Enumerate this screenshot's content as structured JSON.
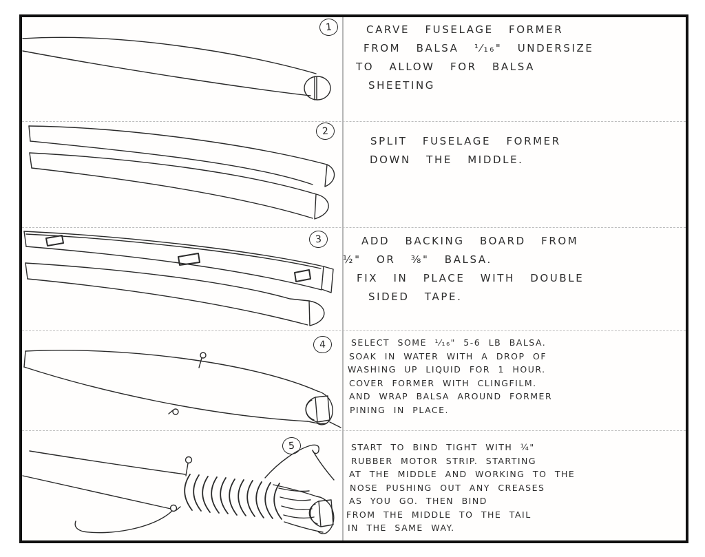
{
  "document": {
    "kind": "scanned handwritten build instructions",
    "ink_color": "#2b2b2b",
    "paper_color": "#ffffff",
    "border_color": "#101010"
  },
  "steps": [
    {
      "number": "1",
      "lines": [
        "CARVE FUSELAGE FORMER",
        "FROM BALSA ¹⁄₁₆\" UNDERSIZE",
        "TO ALLOW FOR BALSA",
        "SHEETING"
      ]
    },
    {
      "number": "2",
      "lines": [
        "SPLIT FUSELAGE FORMER",
        "DOWN THE MIDDLE."
      ]
    },
    {
      "number": "3",
      "lines": [
        "ADD BACKING BOARD FROM",
        "½\" OR ⅜\" BALSA.",
        "FIX IN PLACE WITH DOUBLE",
        "SIDED TAPE."
      ]
    },
    {
      "number": "4",
      "lines": [
        "SELECT SOME ¹⁄₁₆\" 5-6 LB BALSA.",
        "SOAK IN WATER WITH A DROP OF",
        "WASHING UP LIQUID FOR 1 HOUR.",
        "COVER FORMER WITH CLINGFILM.",
        "AND WRAP BALSA AROUND FORMER",
        "PINING IN PLACE."
      ]
    },
    {
      "number": "5",
      "lines": [
        "START TO BIND TIGHT WITH ¼\"",
        "RUBBER MOTOR STRIP. STARTING",
        "AT THE MIDDLE AND WORKING TO THE",
        "NOSE PUSHING OUT ANY CREASES",
        "AS YOU GO. THEN BIND",
        "FROM THE MIDDLE TO THE TAIL",
        "IN THE SAME WAY."
      ]
    }
  ]
}
